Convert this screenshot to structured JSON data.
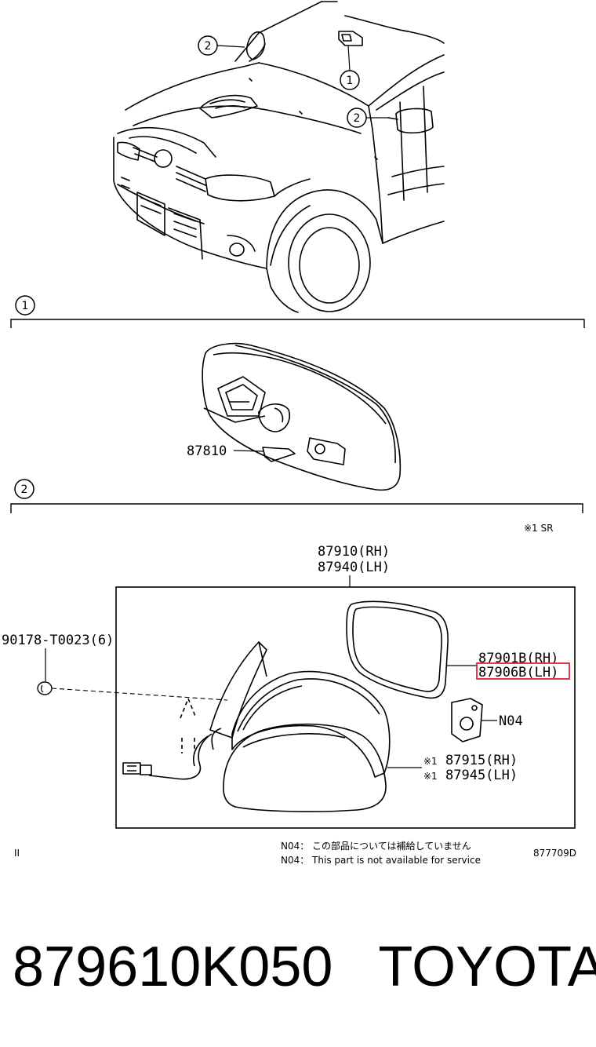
{
  "callouts": {
    "one": "1",
    "two": "2"
  },
  "parts": {
    "inner_mirror": "87810",
    "outer_mirror_rh": "87910(RH)",
    "outer_mirror_lh": "87940(LH)",
    "screw": "90178-T0023(6)",
    "glass_rh": "87901B(RH)",
    "glass_lh": "87906B(LH)",
    "cover_rh": "87915(RH)",
    "cover_lh": "87945(LH)",
    "n04": "N04",
    "mark": "※1",
    "sr_note": "※1 SR"
  },
  "highlight_color": "#d8283a",
  "notes": {
    "n04_jp": "N04： この部品については補給していません",
    "n04_en": "N04： This part is not available for service",
    "left_mark": "II",
    "drawing_code": "877709D"
  },
  "caption": {
    "part_number": "879610K050",
    "brand": "TOYOTA"
  }
}
